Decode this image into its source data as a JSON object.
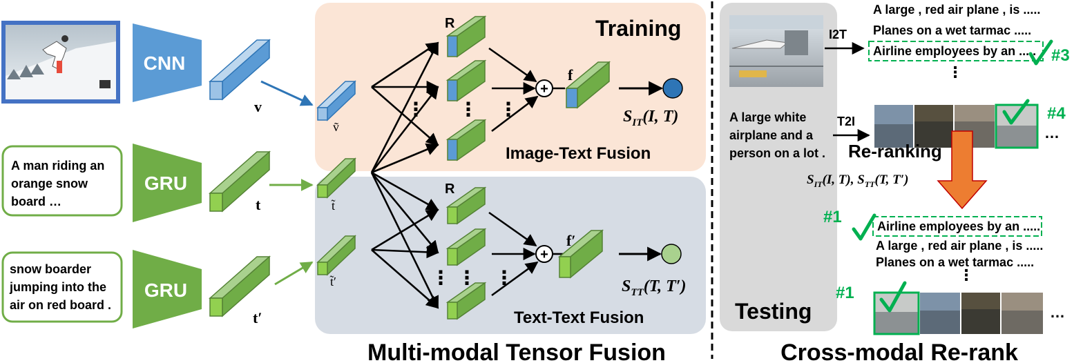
{
  "colors": {
    "blue": "#5b9bd5",
    "green": "#70ad47",
    "training_bg": "#fbe5d6",
    "fusion2_bg": "#d6dce4",
    "testing_bg": "#d9d9d9",
    "rerank_arrow": "#ed7d31",
    "check_green": "#00b050"
  },
  "encoders": {
    "cnn": "CNN",
    "gru1": "GRU",
    "gru2": "GRU"
  },
  "inputs": {
    "text1": [
      "A man riding an",
      "orange snow",
      "board …"
    ],
    "text2": [
      "snow boarder",
      "jumping into the",
      "air on red board ."
    ]
  },
  "vectors": {
    "v": "v",
    "t": "t",
    "t_prime": "t′",
    "v_tilde": "ṽ",
    "t_tilde": "t̃",
    "t_prime_tilde": "t̃′"
  },
  "fusion": {
    "training_title": "Training",
    "r_label_top": "R",
    "r_label_bottom": "R",
    "f_label": "f",
    "f_prime_label": "f′",
    "plus_symbol": "+",
    "image_text_fusion": "Image-Text Fusion",
    "text_text_fusion": "Text-Text Fusion",
    "score_it": "S",
    "score_it_sub": "IT",
    "score_it_args": "(I, T)",
    "score_tt": "S",
    "score_tt_sub": "TT",
    "score_tt_args": "(T, T′)",
    "dots": "⋮"
  },
  "section_titles": {
    "left": "Multi-modal Tensor Fusion",
    "right": "Cross-modal Re-rank"
  },
  "testing": {
    "label": "Testing",
    "query_text": [
      "A large white",
      "airplane and a",
      "person on a lot ."
    ],
    "i2t_label": "I2T",
    "t2i_label": "T2I",
    "captions_before": [
      "A large , red air plane , is .....",
      "Planes on a wet tarmac .....",
      "Airline employees by an ....."
    ],
    "rank_before_caption": "#3",
    "rank_before_image": "#4",
    "rerank_label": "Re-ranking",
    "rerank_scores": "S_IT(I, T), S_TT(T, T′)",
    "captions_after": [
      "Airline employees by an .....",
      "A large , red air plane , is .....",
      "Planes on a wet tarmac ....."
    ],
    "rank_after_caption": "#1",
    "rank_after_image": "#1",
    "ellipsis": "…",
    "vdots": "⋮"
  }
}
